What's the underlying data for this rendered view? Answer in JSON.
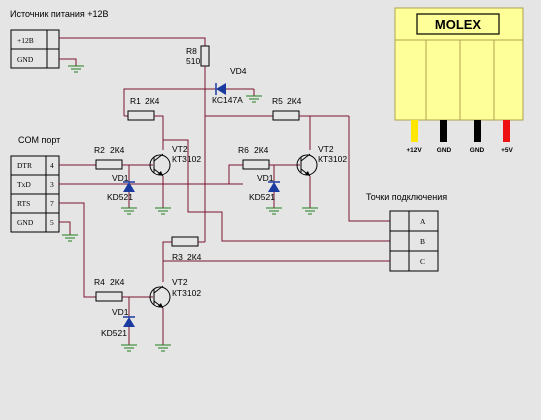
{
  "power": {
    "title": "Источник питания +12В",
    "pins": [
      "+12В",
      "GND"
    ]
  },
  "com": {
    "title": "COM порт",
    "rows": [
      {
        "name": "DTR",
        "pin": "4"
      },
      {
        "name": "TxD",
        "pin": "3"
      },
      {
        "name": "RTS",
        "pin": "7"
      },
      {
        "name": "GND",
        "pin": "5"
      }
    ]
  },
  "points": {
    "title": "Точки подключения",
    "labels": [
      "A",
      "B",
      "C"
    ]
  },
  "molex": {
    "title": "MOLEX",
    "pins": [
      "+12V",
      "GND",
      "GND",
      "+5V"
    ],
    "colors": [
      "#ffe600",
      "#000000",
      "#000000",
      "#ee1111"
    ],
    "body_color": "#ffff99"
  },
  "components": {
    "r8": {
      "name": "R8",
      "value": "510"
    },
    "vd4": {
      "name": "VD4",
      "value": "КС147А"
    },
    "r1": {
      "name": "R1",
      "value": "2К4"
    },
    "r5": {
      "name": "R5",
      "value": "2К4"
    },
    "r2": {
      "name": "R2",
      "value": "2К4"
    },
    "r6": {
      "name": "R6",
      "value": "2К4"
    },
    "r3": {
      "name": "R3",
      "value": "2К4"
    },
    "r4": {
      "name": "R4",
      "value": "2К4"
    },
    "vt_top_left": {
      "name": "VT2",
      "value": "КТ3102"
    },
    "vt_top_right": {
      "name": "VT2",
      "value": "КТ3102"
    },
    "vt_bottom": {
      "name": "VT2",
      "value": "КТ3102"
    },
    "vd_left": {
      "name": "VD1",
      "value": "KD521"
    },
    "vd_right": {
      "name": "VD1",
      "value": "KD521"
    },
    "vd_bottom": {
      "name": "VD1",
      "value": "KD521"
    }
  },
  "colors": {
    "wire": "#7a1530",
    "ground": "#208020",
    "diode": "#1a3aa0",
    "background": "#e5e5e5"
  }
}
